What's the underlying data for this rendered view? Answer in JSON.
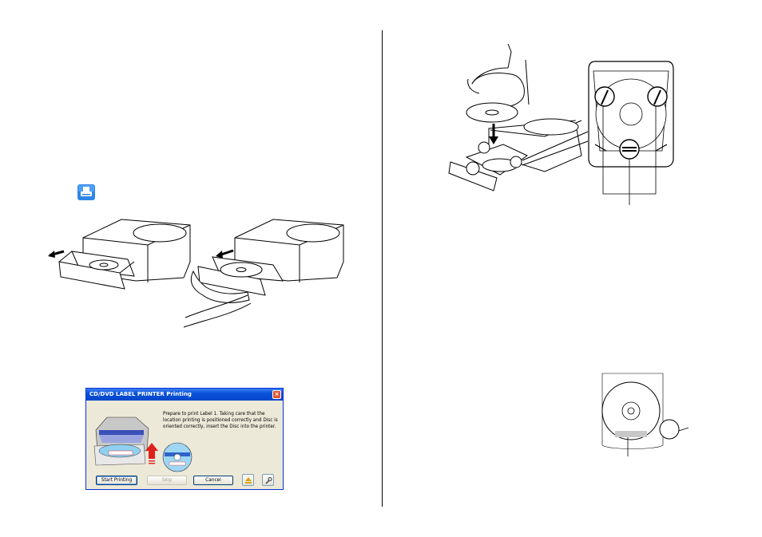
{
  "dialog": {
    "title": "CD/DVD LABEL PRINTER Printing",
    "close_glyph": "×",
    "message": "Prepare to print Label 1. Taking care that the location printing is positioned correctly and Disc is oriented correctly, insert the Disc into the printer.",
    "buttons": {
      "start": "Start Printing",
      "skip": "Skip",
      "cancel": "Cancel"
    },
    "icons": [
      "eject-icon",
      "wrench-icon"
    ],
    "colors": {
      "titlebar": "#0a52d9",
      "face": "#ece9d8",
      "arrow": "#e0201c"
    }
  },
  "icons": {
    "left_column_icon": "printer-app-icon"
  }
}
